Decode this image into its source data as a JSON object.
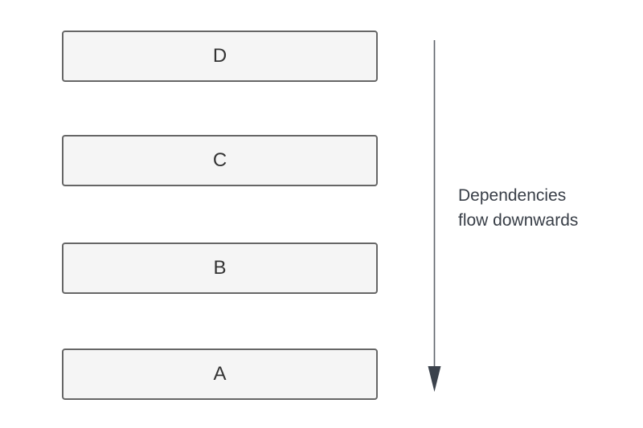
{
  "diagram": {
    "boxes": [
      {
        "label": "D"
      },
      {
        "label": "C"
      },
      {
        "label": "B"
      },
      {
        "label": "A"
      }
    ],
    "arrow": {
      "direction": "down",
      "label_line1": "Dependencies",
      "label_line2": "flow downwards"
    },
    "colors": {
      "background": "#ffffff",
      "box_fill": "#f5f5f5",
      "box_border": "#666666",
      "box_text": "#333333",
      "arrow_line": "#5c6169",
      "arrow_head": "#3b424c",
      "label_text": "#383e47"
    }
  }
}
